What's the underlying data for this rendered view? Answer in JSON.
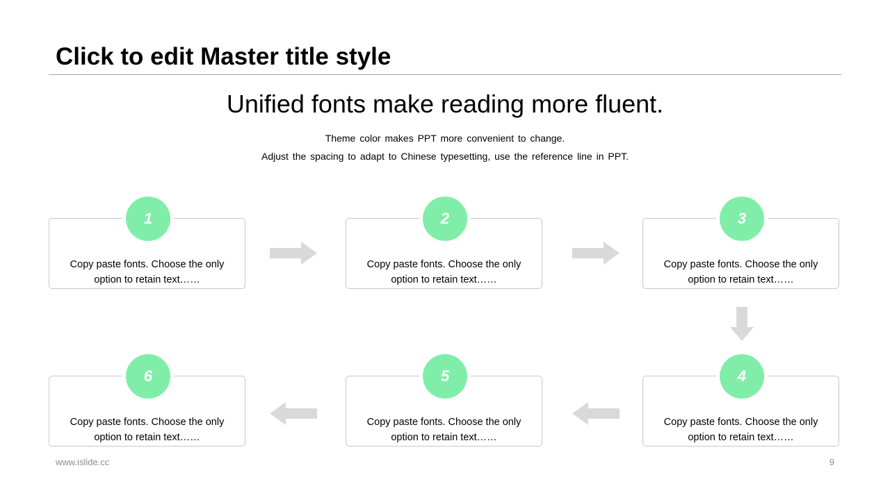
{
  "slide": {
    "title": "Click to edit Master title style",
    "headline": "Unified fonts make reading more fluent.",
    "subline_1": "Theme color makes PPT more convenient  to change.",
    "subline_2": "Adjust the spacing to adapt to Chinese  typesetting,  use the  reference line  in PPT."
  },
  "steps": [
    {
      "number": "1",
      "text": "Copy paste fonts. Choose the only option to retain text……"
    },
    {
      "number": "2",
      "text": "Copy paste fonts. Choose the only option to retain text……"
    },
    {
      "number": "3",
      "text": "Copy paste fonts. Choose the only option to retain text……"
    },
    {
      "number": "4",
      "text": "Copy paste fonts. Choose the only option to retain text……"
    },
    {
      "number": "5",
      "text": "Copy paste fonts. Choose the only option to retain text……"
    },
    {
      "number": "6",
      "text": "Copy paste fonts. Choose the only option to retain text……"
    }
  ],
  "footer": {
    "url": "www.islide.cc",
    "page_number": "9"
  },
  "colors": {
    "badge": "#80eea8",
    "arrow": "#d9d9d9",
    "card_border": "#c8c8c8"
  },
  "icons": {
    "flow_arrow": "arrow-icon"
  }
}
